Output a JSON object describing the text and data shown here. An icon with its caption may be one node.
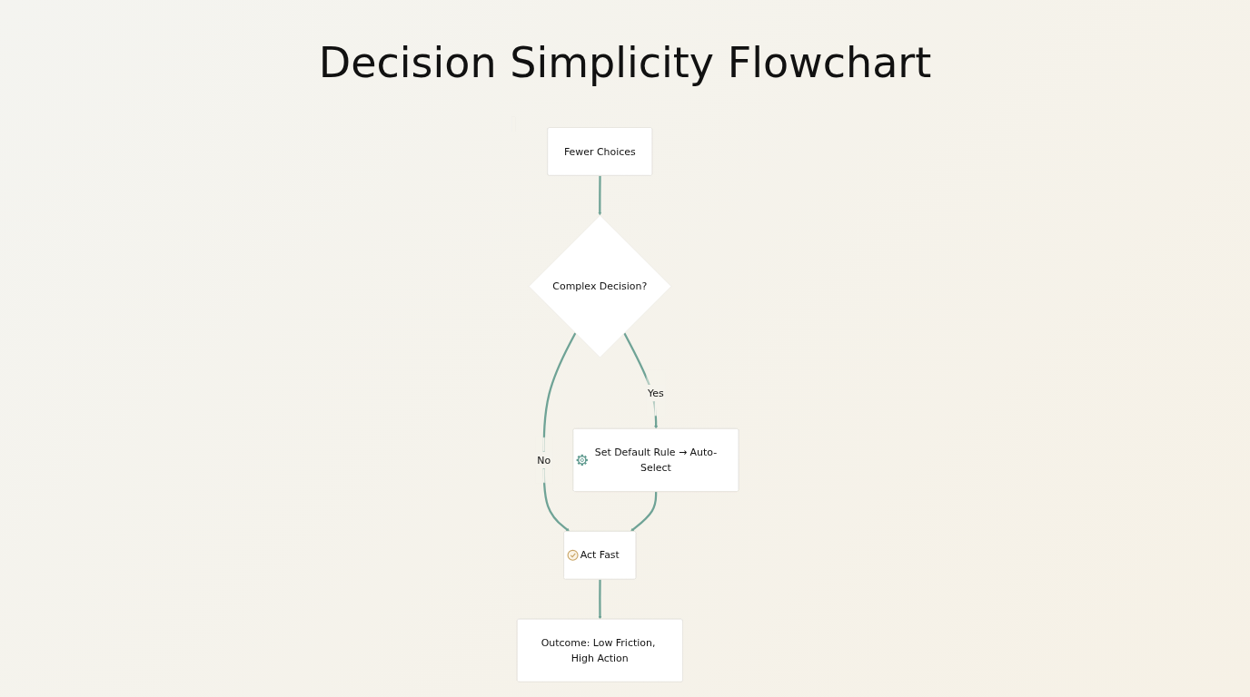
{
  "diagram": {
    "title": "Decision Simplicity Flowchart",
    "nodes": [
      {
        "text": [
          "Fewer Choices"
        ]
      },
      {
        "text": [
          "Complex Decision?"
        ]
      },
      {
        "text": [
          "Set Default Rule → Auto-Select"
        ]
      },
      {
        "text": [
          "Act Fast"
        ]
      },
      {
        "text": [
          "Outcome: Low Friction, High Action"
        ]
      }
    ],
    "edges": [
      {
        "from": 0,
        "to": 1,
        "arrow": "to"
      },
      {
        "from": 1,
        "to": 2,
        "arrow": "to",
        "label": "Yes"
      },
      {
        "from": 1,
        "to": 3,
        "arrow": "to",
        "label": "No"
      },
      {
        "from": 2,
        "to": 3,
        "arrow": "to"
      },
      {
        "from": 3,
        "to": 4,
        "arrow": "to"
      }
    ]
  }
}
